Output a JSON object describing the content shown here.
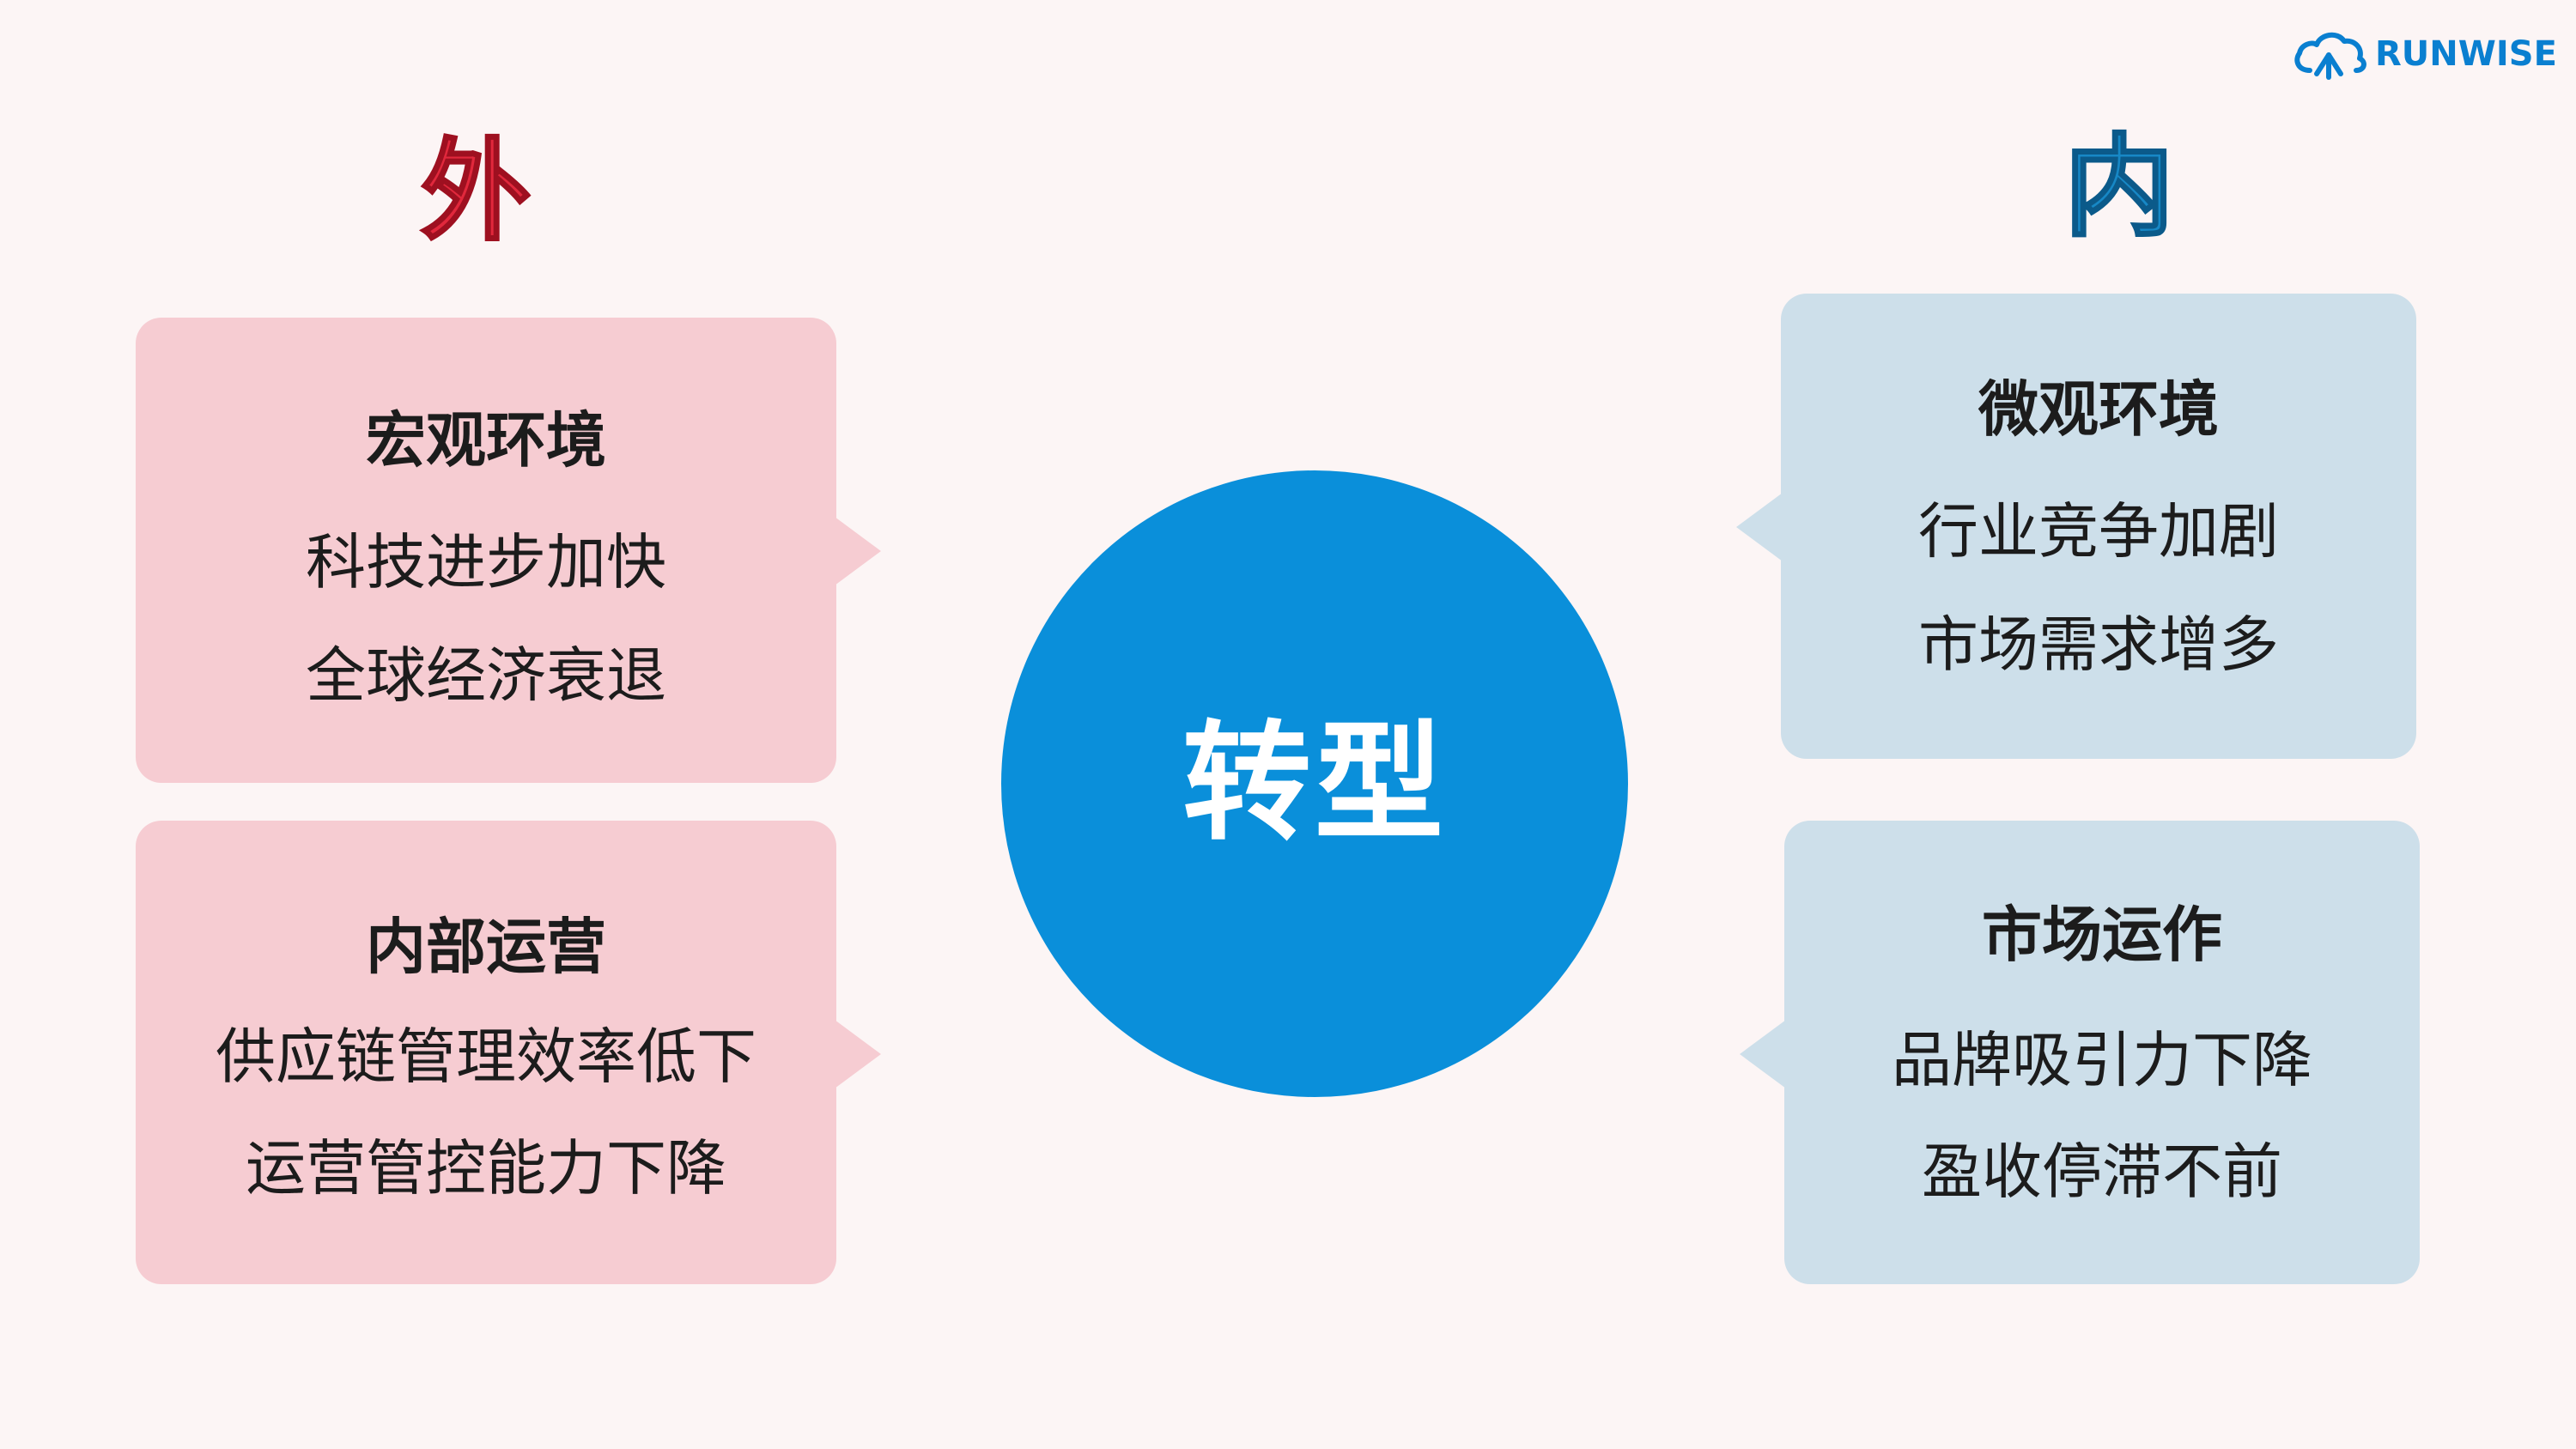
{
  "brand": {
    "name": "RUNWISE",
    "color": "#0a7fd0",
    "icon": "cloud-logo-icon"
  },
  "colors": {
    "outer_accent": "#e1283c",
    "inner_accent": "#1788c6",
    "pink_box": "#f6ccd2",
    "blue_box": "#cddfea",
    "circle": "#0a8fda",
    "background": "#fcf5f5"
  },
  "headings": {
    "outer": "外",
    "inner": "内"
  },
  "center": {
    "label": "转型"
  },
  "boxes": {
    "macro": {
      "title": "宏观环境",
      "lines": [
        "科技进步加快",
        "全球经济衰退"
      ]
    },
    "internal_ops": {
      "title": "内部运营",
      "lines": [
        "供应链管理效率低下",
        "运营管控能力下降"
      ]
    },
    "micro": {
      "title": "微观环境",
      "lines": [
        "行业竞争加剧",
        "市场需求增多"
      ]
    },
    "market_ops": {
      "title": "市场运作",
      "lines": [
        "品牌吸引力下降",
        "盈收停滞不前"
      ]
    }
  }
}
